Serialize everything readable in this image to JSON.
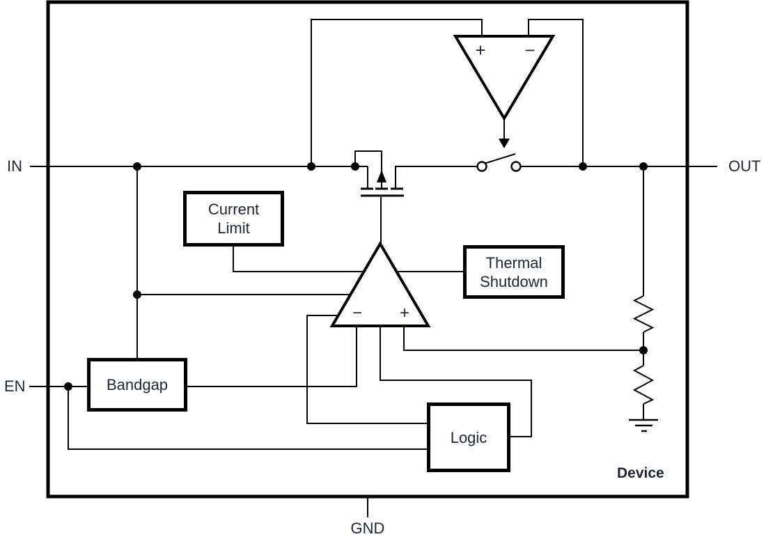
{
  "pins": {
    "in": "IN",
    "out": "OUT",
    "en": "EN",
    "gnd": "GND"
  },
  "blocks": {
    "current_limit": "Current\nLimit",
    "thermal_shutdown": "Thermal\nShutdown",
    "bandgap": "Bandgap",
    "logic": "Logic"
  },
  "amplifiers": {
    "comparator": {
      "plus": "+",
      "minus": "−"
    },
    "error_amp": {
      "minus": "−",
      "plus": "+"
    }
  },
  "device_label": "Device",
  "colors": {
    "line": "#000000",
    "text": "#1e2533",
    "background": "#ffffff"
  }
}
